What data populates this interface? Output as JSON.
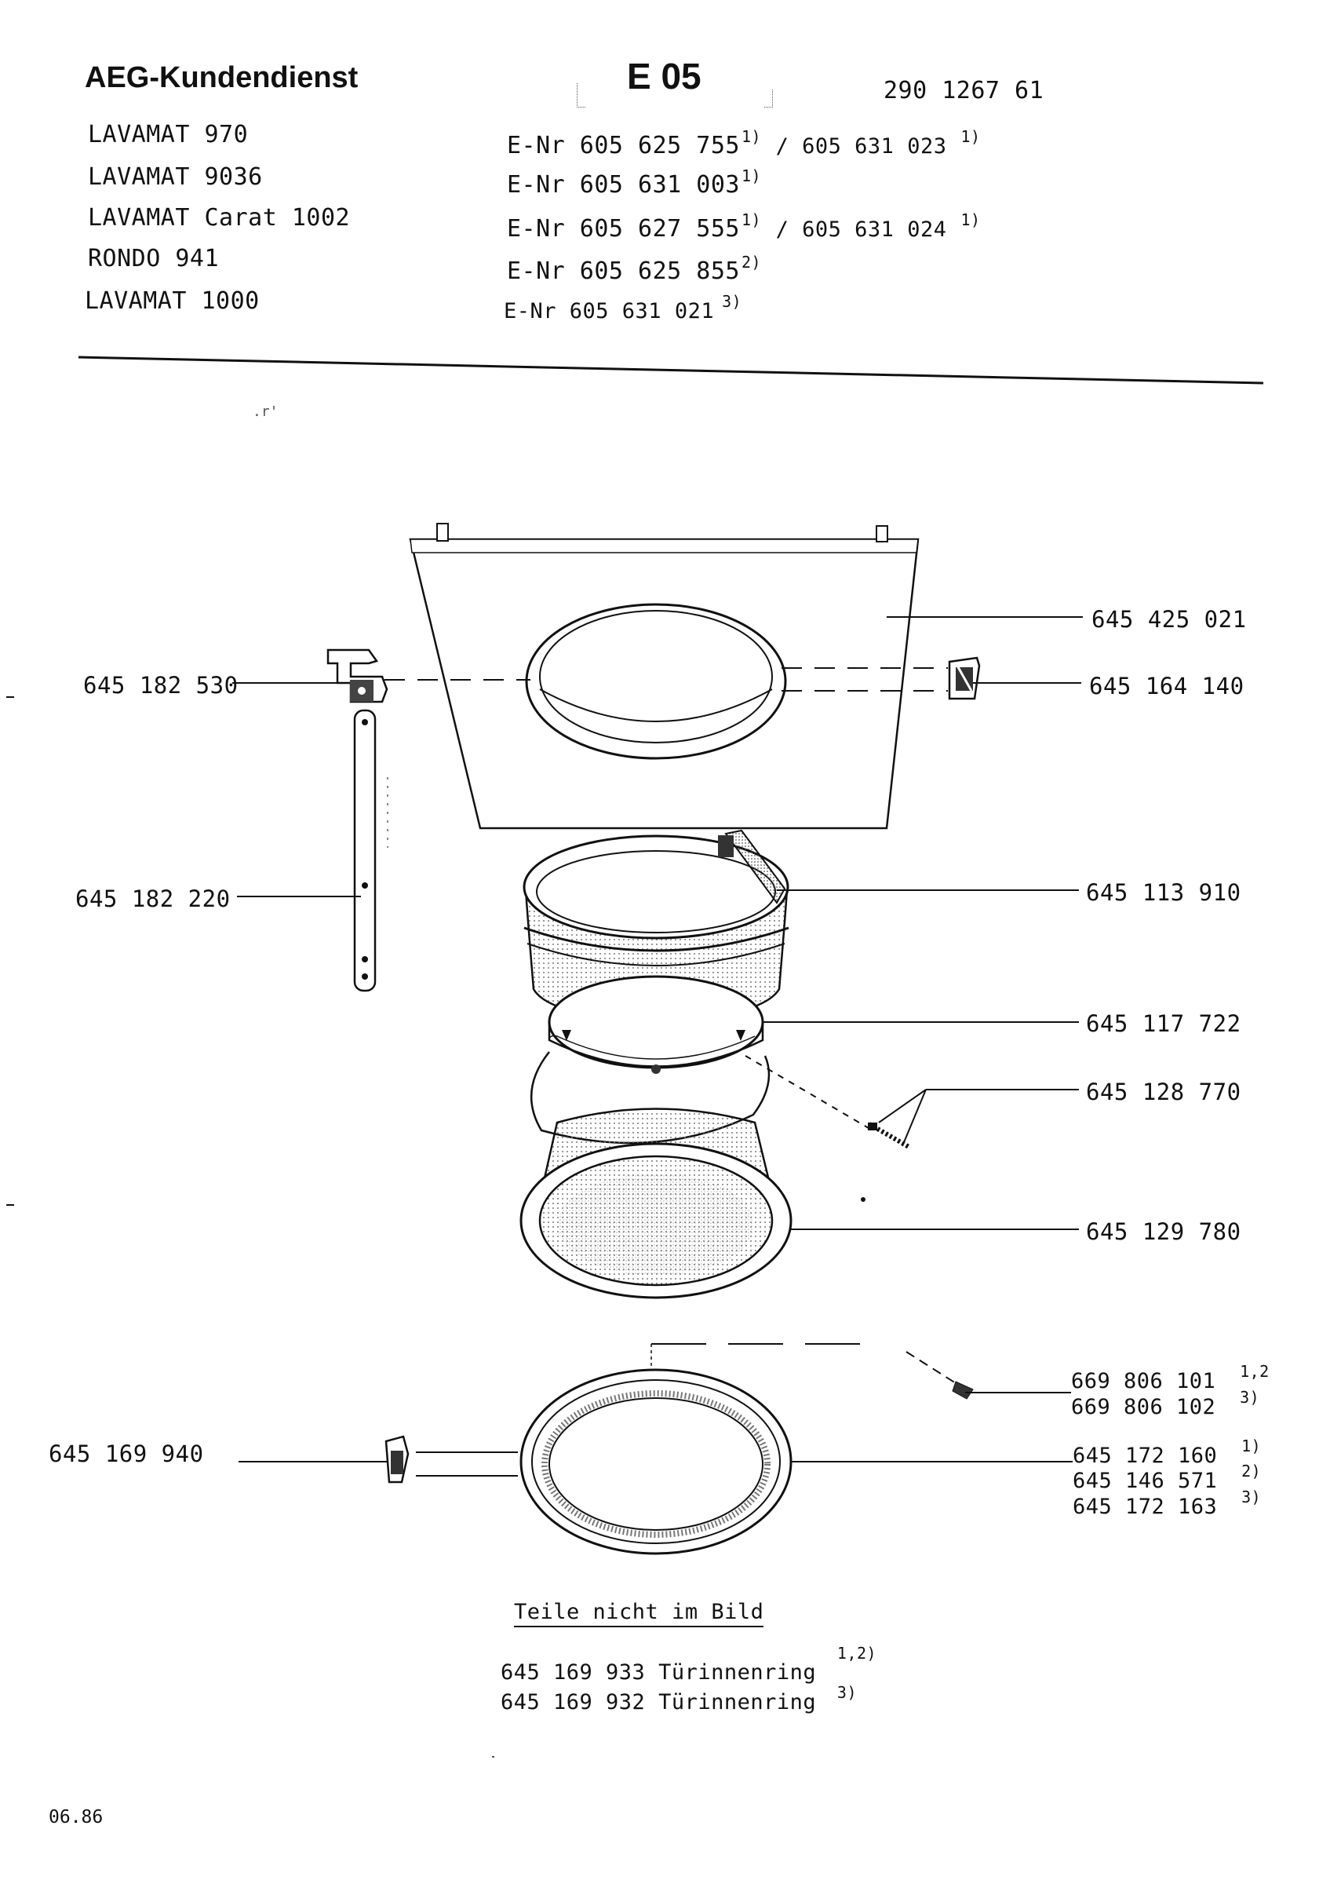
{
  "header": {
    "brand": "AEG-Kundendienst",
    "sheet_code": "E 05",
    "doc_number": "290 1267 61"
  },
  "models": [
    {
      "name": "LAVAMAT 970",
      "enr": "E-Nr 605 625 755",
      "enr_fn": "1)",
      "alt": "/ 605 631 023",
      "alt_fn": "1)"
    },
    {
      "name": "LAVAMAT 9036",
      "enr": "E-Nr 605 631 003",
      "enr_fn": "1)",
      "alt": "",
      "alt_fn": ""
    },
    {
      "name": "LAVAMAT Carat 1002",
      "enr": "E-Nr 605 627 555",
      "enr_fn": "1)",
      "alt": "/ 605 631 024",
      "alt_fn": "1)"
    },
    {
      "name": "RONDO 941",
      "enr": "E-Nr 605 625 855",
      "enr_fn": "2)",
      "alt": "",
      "alt_fn": ""
    },
    {
      "name": "LAVAMAT 1000",
      "enr": "E-Nr 605 631 021",
      "enr_fn": "3)",
      "alt": "",
      "alt_fn": ""
    }
  ],
  "parts": {
    "front_panel": "645 425 021",
    "left_hinge": "645 182 530",
    "right_hinge": "645 164 140",
    "hinge_bar": "645 182 220",
    "boot_seal": "645 113 910",
    "seal_ring": "645 117 722",
    "spring_clip": "645 128 770",
    "inner_door": "645 129 780",
    "screw_a": "669 806 101",
    "screw_a_fn": "1,2",
    "screw_b": "669 806 102",
    "screw_b_fn": "3)",
    "door_catch": "645 169 940",
    "door_ring_a": "645 172 160",
    "door_ring_a_fn": "1)",
    "door_ring_b": "645 146 571",
    "door_ring_b_fn": "2)",
    "door_ring_c": "645 172 163",
    "door_ring_c_fn": "3)"
  },
  "not_shown": {
    "heading": "Teile nicht im Bild",
    "items": [
      {
        "text": "645 169 933 Türinnenring",
        "fn": "1,2)"
      },
      {
        "text": "645 169 932 Türinnenring",
        "fn": "3)"
      }
    ]
  },
  "footer": {
    "date": "06.86"
  }
}
